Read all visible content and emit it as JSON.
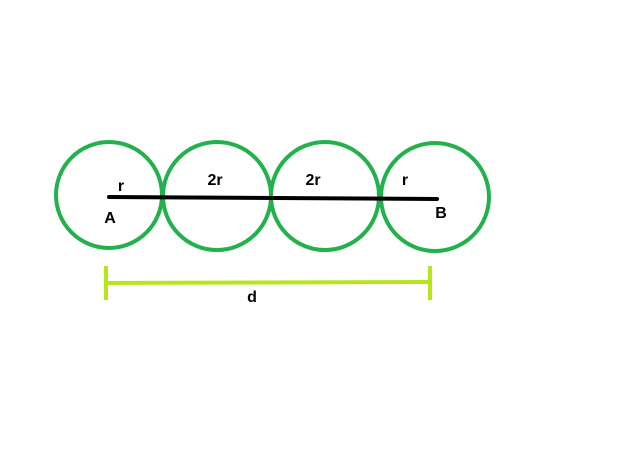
{
  "colors": {
    "circle_stroke": "#22b14c",
    "segment": "#000000",
    "dimension_line": "#b5e61d",
    "background": "#ffffff"
  },
  "labels": {
    "segment_1": "r",
    "segment_2": "2r",
    "segment_3": "2r",
    "segment_4": "r",
    "point_a": "A",
    "point_b": "B",
    "distance": "d"
  }
}
